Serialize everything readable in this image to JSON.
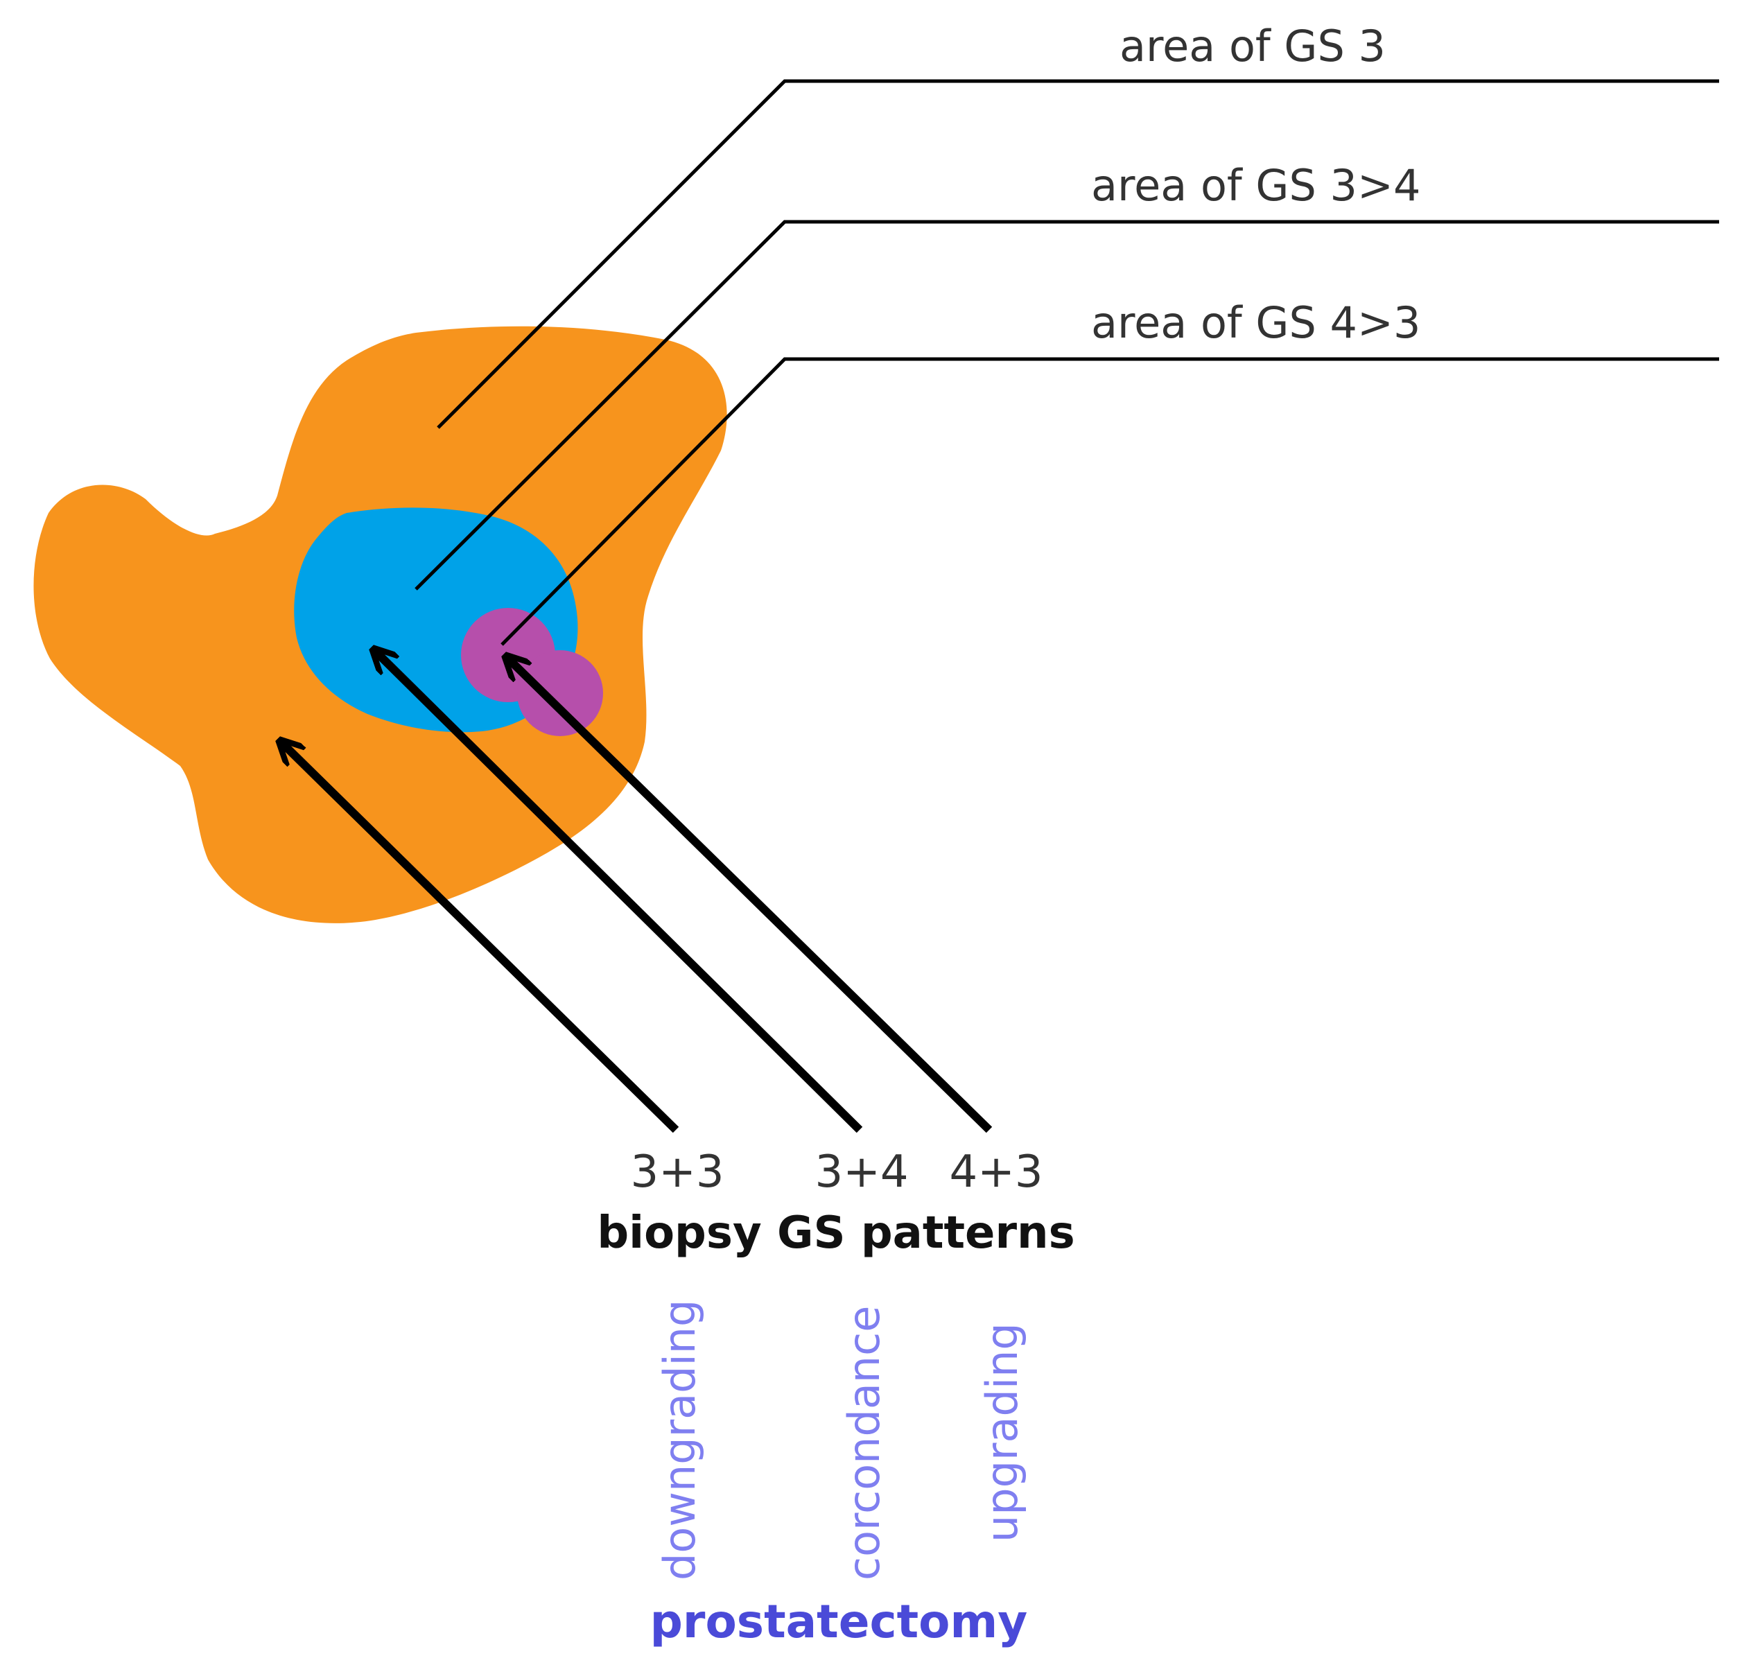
{
  "colors": {
    "gs3_area": "#F7941D",
    "gs34_area": "#00A2E8",
    "gs43_area": "#B64FAB",
    "leader_line": "#000000",
    "arrow": "#000000",
    "score_text": "#333333",
    "heading_text": "#111111",
    "outcome_text": "#7F7FF0",
    "prostatectomy_text": "#4A4AD8"
  },
  "region_labels": {
    "gs3": "area of GS 3",
    "gs34": "area of GS 3>4",
    "gs43": "area of GS 4>3"
  },
  "biopsy": {
    "scores": [
      "3+3",
      "3+4",
      "4+3"
    ],
    "heading": "biopsy GS patterns"
  },
  "outcomes": [
    "downgrading",
    "corcondance",
    "upgrading"
  ],
  "footer": "prostatectomy"
}
